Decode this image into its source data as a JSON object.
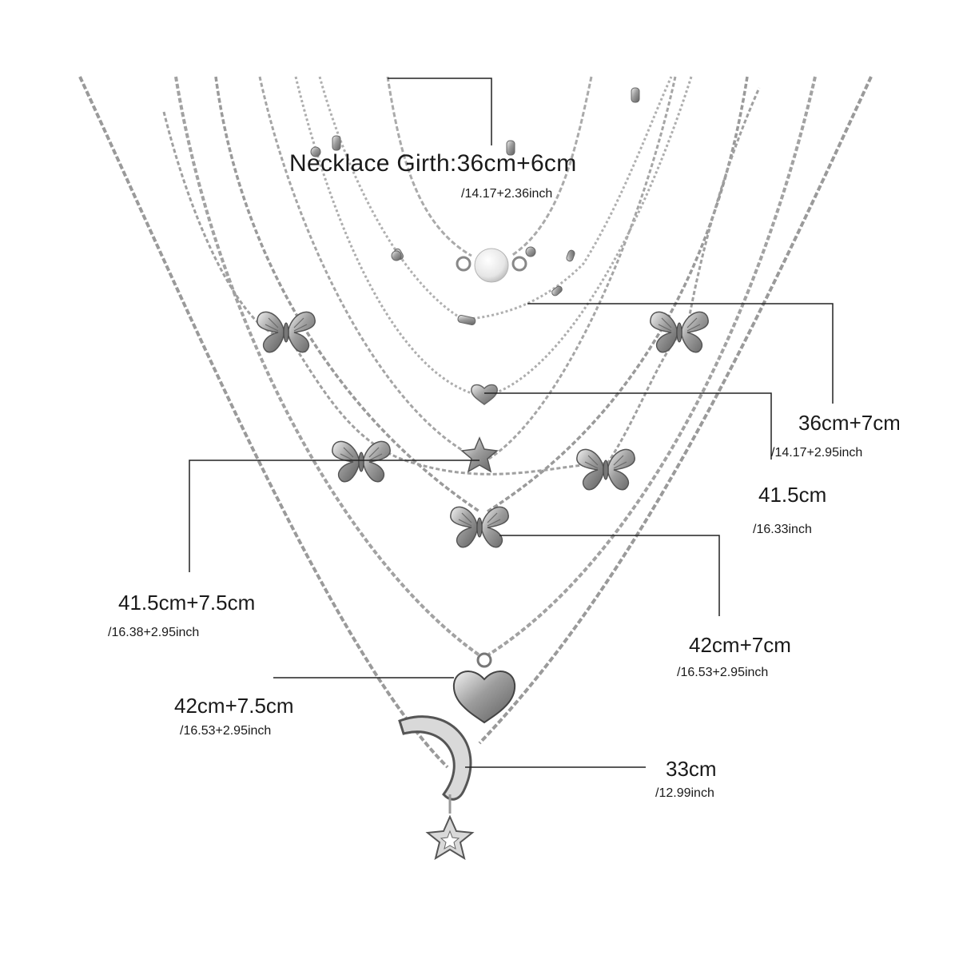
{
  "labels": {
    "girth": "Necklace Girth:36cm+6cm",
    "girth_inch": "/14.17+2.36inch",
    "l36_7": "36cm+7cm",
    "l36_7_inch": "/14.17+2.95inch",
    "l41_5": "41.5cm",
    "l41_5_inch": "/16.33inch",
    "l41_5_7_5": "41.5cm+7.5cm",
    "l41_5_7_5_inch": "/16.38+2.95inch",
    "l42_7": "42cm+7cm",
    "l42_7_inch": "/16.53+2.95inch",
    "l42_7_5": "42cm+7.5cm",
    "l42_7_5_inch": "/16.53+2.95inch",
    "l33": "33cm",
    "l33_inch": "/12.99inch"
  },
  "colors": {
    "chain": "#9a9a9a",
    "chain_dark": "#6e6e6e",
    "pendant": "#8a8a8a",
    "leader_line": "#222222"
  },
  "pendants": [
    "pearl-icon",
    "bar-bead-icon",
    "heart-small-icon",
    "star-icon",
    "butterfly-icon",
    "heart-icon",
    "moon-icon",
    "star-outline-icon"
  ]
}
